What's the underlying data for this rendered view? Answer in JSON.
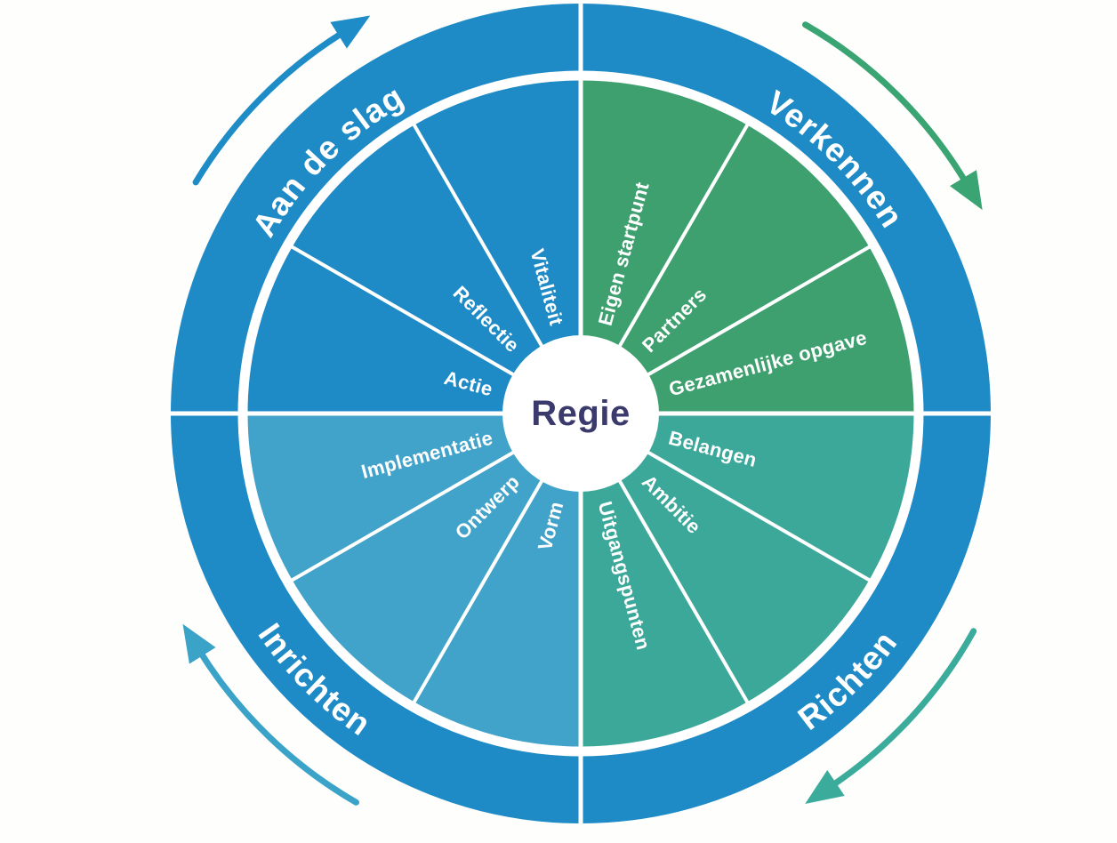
{
  "wheel": {
    "background": "#FEFEFC",
    "ring_color": "#1E8AC6",
    "divider_color": "#FFFFFF"
  },
  "center": {
    "label": "Regie",
    "text_color": "#3B3A6C",
    "circle_color": "#FFFFFF"
  },
  "quadrants": [
    {
      "id": "verkennen",
      "position": "top-right",
      "label": "Verkennen",
      "color": "#3EA06F",
      "arrow_color": "#3AA573",
      "arrow_icon": "curved-arrow-clockwise",
      "segments": [
        "Eigen startpunt",
        "Partners",
        "Gezamenlijke opgave"
      ]
    },
    {
      "id": "richten",
      "position": "bottom-right",
      "label": "Richten",
      "color": "#3CA89A",
      "arrow_color": "#3BAC9C",
      "arrow_icon": "curved-arrow-clockwise",
      "segments": [
        "Belangen",
        "Ambitie",
        "Uitgangspunten"
      ]
    },
    {
      "id": "inrichten",
      "position": "bottom-left",
      "label": "Inrichten",
      "color": "#41A3C9",
      "arrow_color": "#3BA2C8",
      "arrow_icon": "curved-arrow-clockwise",
      "segments": [
        "Vorm",
        "Ontwerp",
        "Implementatie"
      ]
    },
    {
      "id": "aan-de-slag",
      "position": "top-left",
      "label": "Aan de slag",
      "color": "#1E8AC6",
      "arrow_color": "#1E8CC6",
      "arrow_icon": "curved-arrow-clockwise",
      "segments": [
        "Actie",
        "Reflectie",
        "Vitaliteit"
      ]
    }
  ]
}
